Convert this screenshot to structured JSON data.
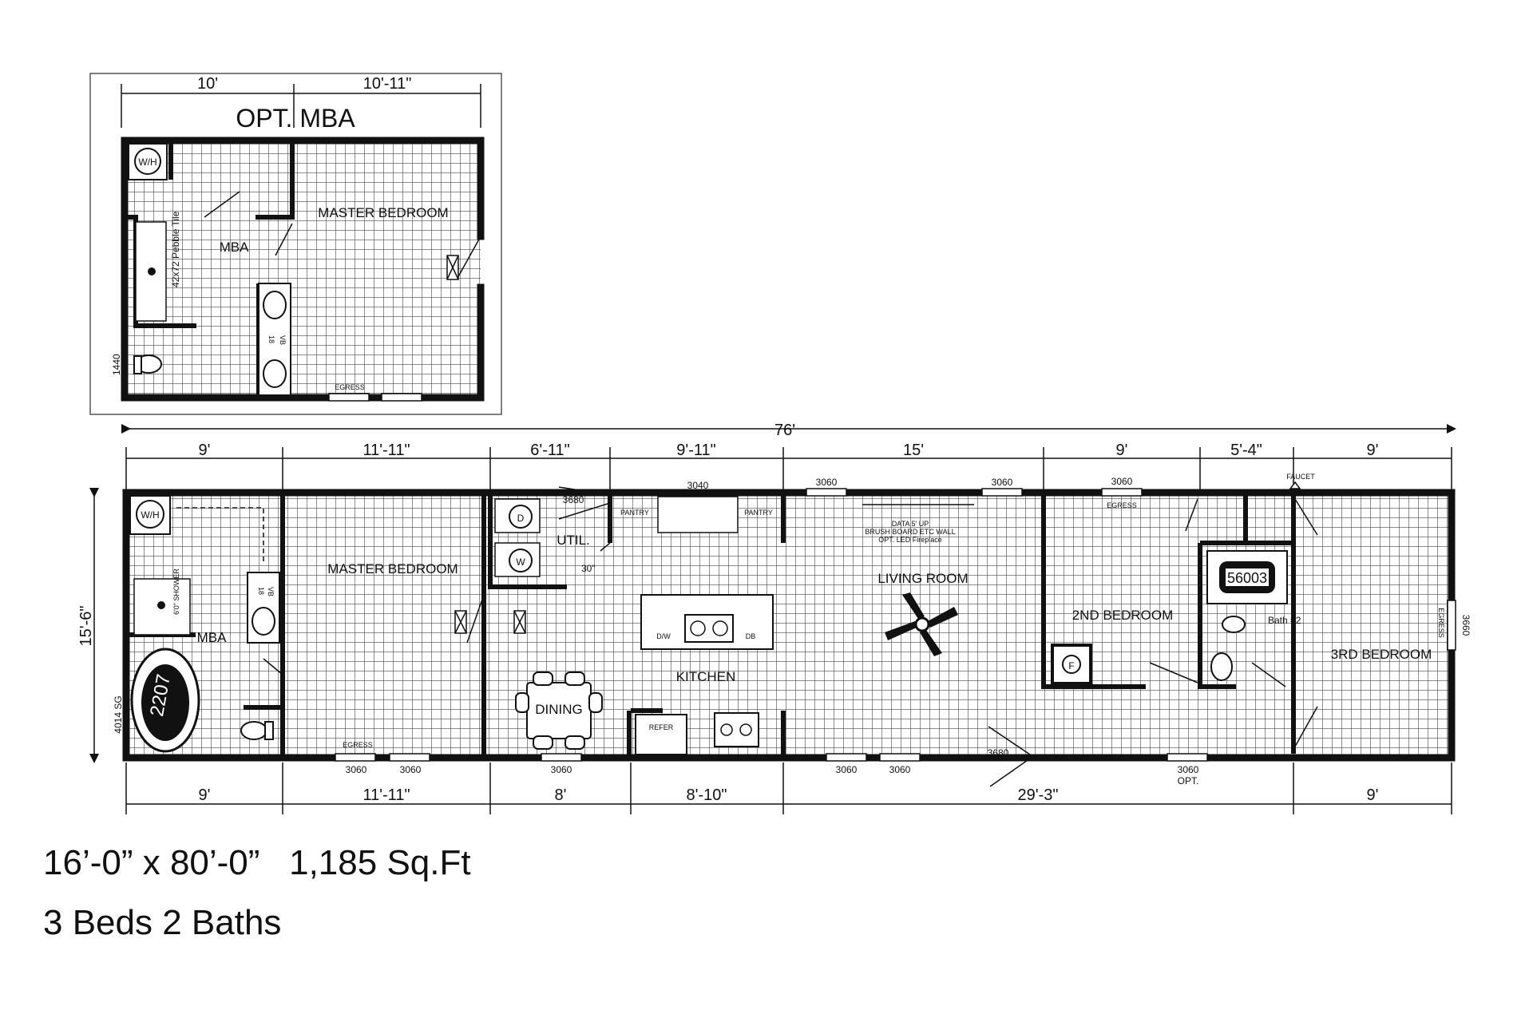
{
  "inset": {
    "title": "OPT. MBA",
    "dims": [
      "10'",
      "10'-11\""
    ],
    "rooms": {
      "master_bedroom": "MASTER BEDROOM",
      "mba": "MBA",
      "pebble_tile": "42x72 Pebble Tile",
      "vb": "VB",
      "vb_size": "18",
      "egress": "EGRESS",
      "wh": "W/H",
      "window": "1440"
    }
  },
  "plan": {
    "overall_length": "76'",
    "top_dims": [
      "9'",
      "11'-11\"",
      "6'-11\"",
      "9'-11\"",
      "15'",
      "9'",
      "5'-4\"",
      "9'"
    ],
    "bottom_dims": [
      "9'",
      "11'-11\"",
      "8'",
      "8'-10\"",
      "29'-3\"",
      "9'"
    ],
    "width_dim": "15'-6\"",
    "rooms": {
      "master_bedroom": "MASTER BEDROOM",
      "mba": "MBA",
      "util": "UTIL.",
      "kitchen": "KITCHEN",
      "dining": "DINING",
      "living_room": "LIVING ROOM",
      "second_bedroom": "2ND BEDROOM",
      "third_bedroom": "3RD BEDROOM",
      "bath2": "Bath #2",
      "pantry": "PANTRY",
      "dw": "D/W",
      "db": "DB",
      "refer": "REFER",
      "dryer": "D",
      "washer": "W",
      "wh": "W/H",
      "vb": "VB",
      "vb_size": "18",
      "shower": "6'0\" SHOWER",
      "tub": "2207",
      "tub2": "56003",
      "fireplace": "F",
      "faucet": "FAUCET",
      "egress": "EGRESS",
      "opt": "OPT.",
      "data_note_1": "DATA 5' UP",
      "data_note_2": "BRUSH BOARD ETC WALL",
      "data_note_3": "OPT. LED Fireplace",
      "door_swing": "30\""
    },
    "windows": {
      "w_3680_util": "3680",
      "w_3040": "3040",
      "w_3060_lr1": "3060",
      "w_3060_lr2": "3060",
      "w_3060_br2": "3060",
      "w_4014": "4014 SG",
      "w_3060_mb1": "3060",
      "w_3060_mb2": "3060",
      "w_3060_din": "3060",
      "w_3060_lr3": "3060",
      "w_3060_lr4": "3060",
      "w_3680_door": "3680",
      "w_3060_opt": "3060",
      "w_3660": "3660"
    }
  },
  "caption": {
    "size_line": "16’-0” x 80’-0”   1,185 Sq.Ft",
    "beds_line": "3 Beds 2 Baths"
  }
}
